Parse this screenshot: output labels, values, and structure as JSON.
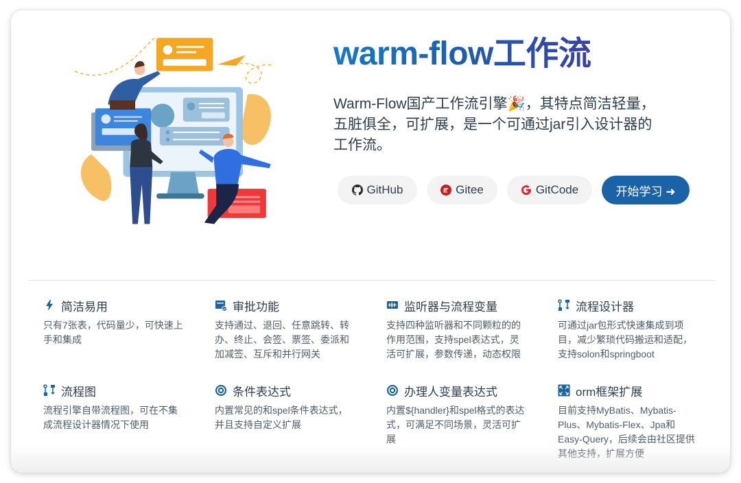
{
  "hero": {
    "title": "warm-flow工作流",
    "tagline": "Warm-Flow国产工作流引擎🎉，其特点简洁轻量，五脏俱全，可扩展，是一个可通过jar引入设计器的工作流。",
    "illustration": "team-building-dashboard-illustration",
    "actions": [
      {
        "label": "GitHub",
        "icon": "github-icon"
      },
      {
        "label": "Gitee",
        "icon": "gitee-icon"
      },
      {
        "label": "GitCode",
        "icon": "gitcode-icon"
      },
      {
        "label": "开始学习 ➜",
        "icon": "arrow-right-icon"
      }
    ]
  },
  "colors": {
    "primary": "#1b63a8",
    "title_gradient_start": "#1678c7",
    "title_gradient_end": "#3a3fa8",
    "text": "#2c3e50",
    "muted": "#4e5d6c",
    "icon_blue": "#1b63a8",
    "gitee_red": "#c71d23",
    "gitcode_red": "#e5202e"
  },
  "features": [
    {
      "icon": "lightning-icon",
      "title": "简洁易用",
      "desc": "只有7张表，代码量少，可快速上手和集成"
    },
    {
      "icon": "approval-icon",
      "title": "审批功能",
      "desc": "支持通过、退回、任意跳转、转办、终止、会签、票签、委派和加减签、互斥和并行网关"
    },
    {
      "icon": "listener-icon",
      "title": "监听器与流程变量",
      "desc": "支持四种监听器和不同颗粒的的作用范围，支持spel表达式，灵活可扩展，参数传递，动态权限"
    },
    {
      "icon": "flow-designer-icon",
      "title": "流程设计器",
      "desc": "可通过jar包形式快速集成到项目，减少繁琐代码搬运和适配，支持solon和springboot"
    },
    {
      "icon": "flow-chart-icon",
      "title": "流程图",
      "desc": "流程引擎自带流程图，可在不集成流程设计器情况下使用"
    },
    {
      "icon": "condition-expression-icon",
      "title": "条件表达式",
      "desc": "内置常见的和spel条件表达式，并且支持自定义扩展"
    },
    {
      "icon": "handler-expression-icon",
      "title": "办理人变量表达式",
      "desc": "内置${handler}和spel格式的表达式，可满足不同场景，灵活可扩展"
    },
    {
      "icon": "expand-icon",
      "title": "orm框架扩展",
      "desc": "目前支持MyBatis、Mybatis-Plus、Mybatis-Flex、Jpa和Easy-Query，后续会由社区提供其他支持，扩展方便"
    }
  ]
}
